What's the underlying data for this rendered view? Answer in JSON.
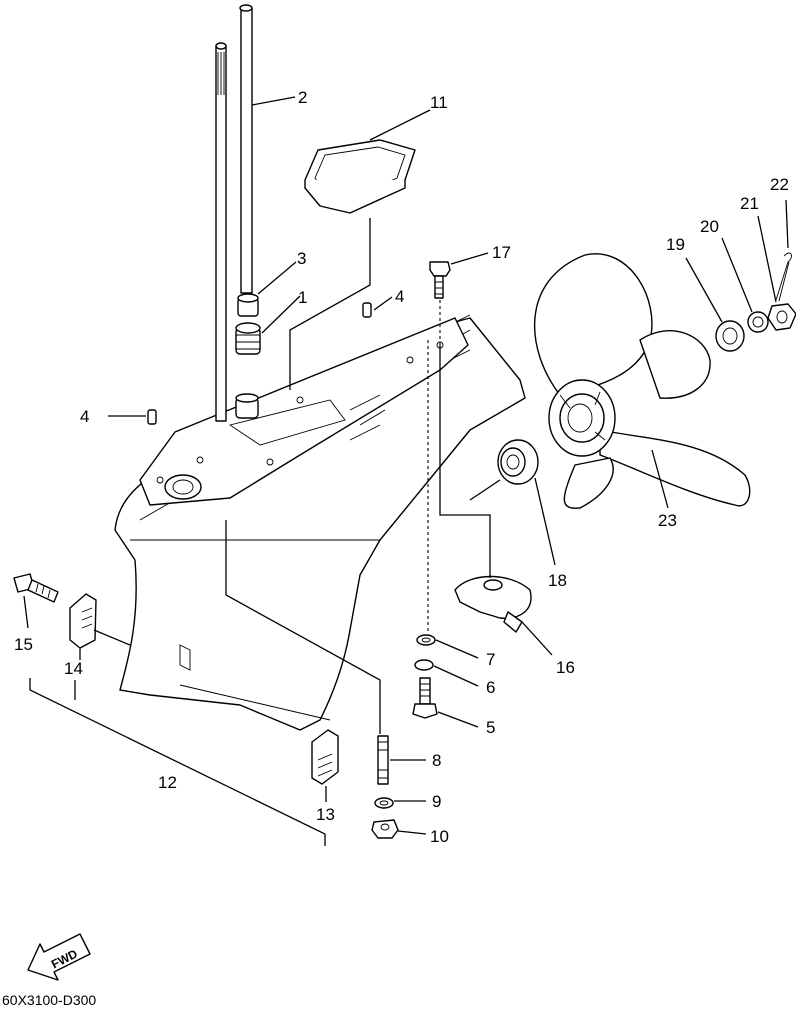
{
  "diagram_code": "60X3100-D300",
  "fwd_label": "FWD",
  "callouts": [
    "1",
    "2",
    "3",
    "4",
    "4",
    "5",
    "6",
    "7",
    "8",
    "9",
    "10",
    "11",
    "12",
    "13",
    "14",
    "15",
    "16",
    "17",
    "18",
    "19",
    "20",
    "21",
    "22",
    "23"
  ]
}
